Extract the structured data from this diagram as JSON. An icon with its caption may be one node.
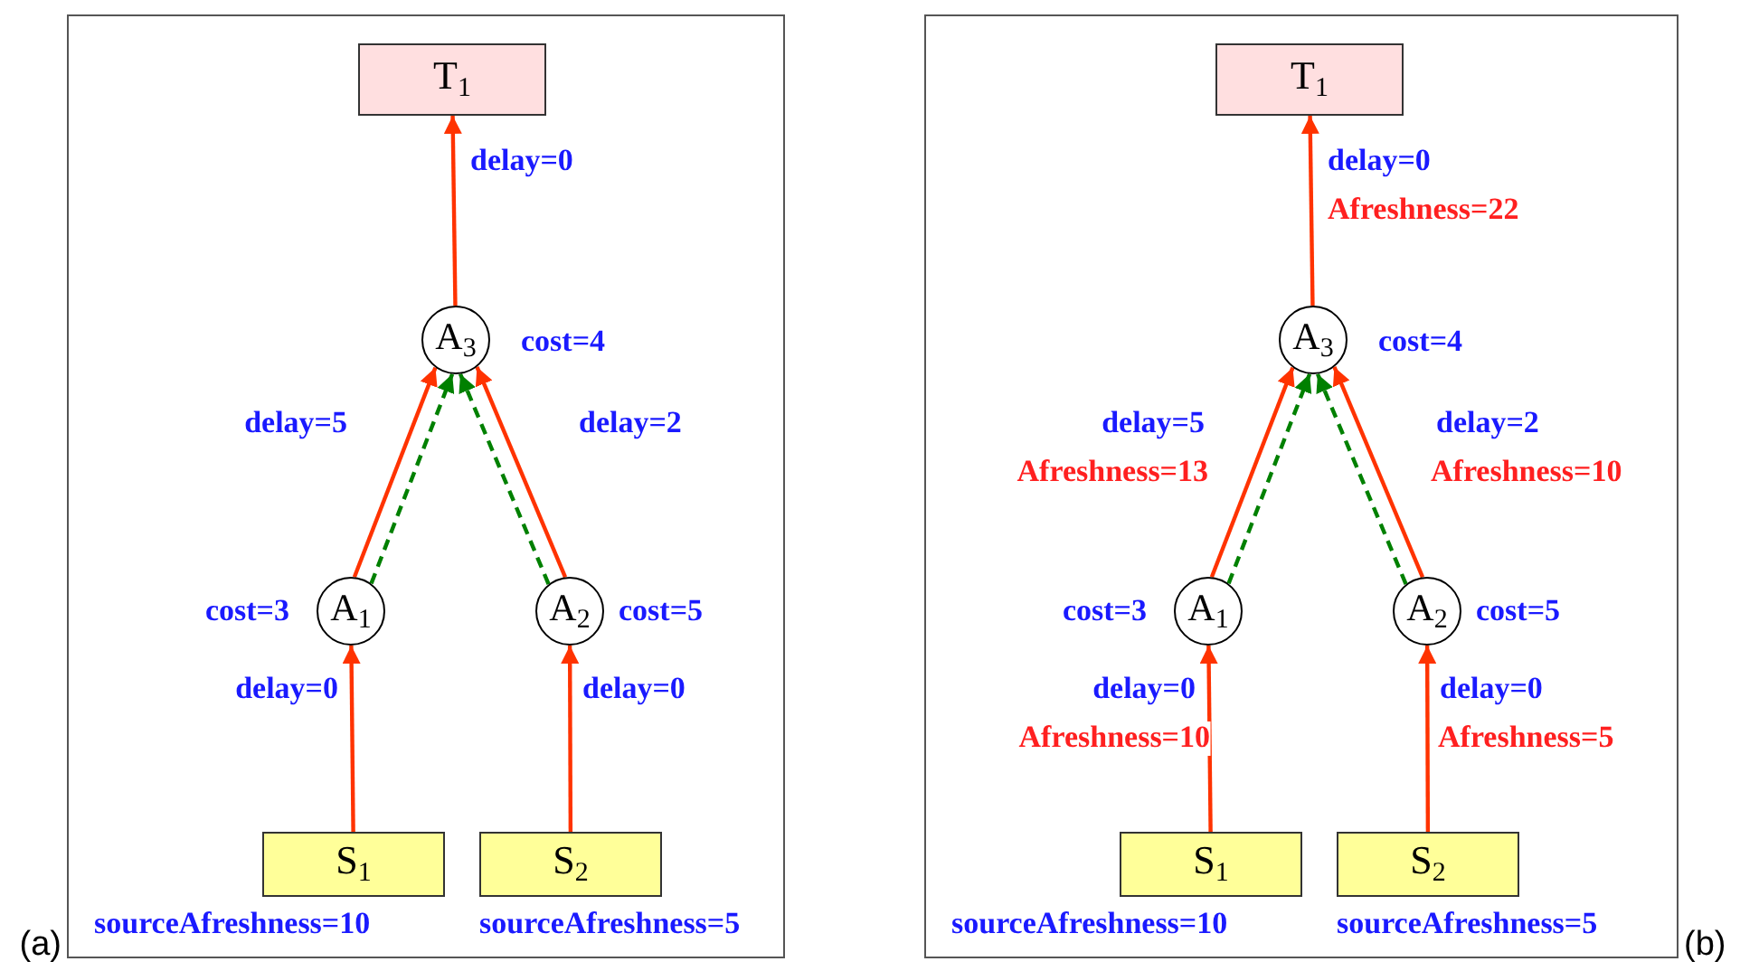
{
  "diagram": {
    "nodes": [
      {
        "text": [
          "(a)"
        ]
      },
      {
        "text": [
          "T$_{1}$"
        ],
        "in": 0
      },
      {
        "text": [
          "A$_{3}$"
        ],
        "in": 0,
        "beside": [
          "cost=4"
        ]
      },
      {
        "text": [
          "A$_{1}$"
        ],
        "in": 0,
        "beside": [
          "cost=3"
        ]
      },
      {
        "text": [
          "A$_{2}$"
        ],
        "in": 0,
        "beside": [
          "cost=5"
        ]
      },
      {
        "text": [
          "S$_{1}$"
        ],
        "in": 0,
        "beside": [
          "sourceAfreshness=10"
        ]
      },
      {
        "text": [
          "S$_{2}$"
        ],
        "in": 0,
        "beside": [
          "sourceAfreshness=5"
        ]
      },
      {
        "text": [
          "(b)"
        ]
      },
      {
        "text": [
          "T$_{1}$"
        ],
        "in": 7
      },
      {
        "text": [
          "A$_{3}$"
        ],
        "in": 7,
        "beside": [
          "cost=4"
        ]
      },
      {
        "text": [
          "A$_{1}$"
        ],
        "in": 7,
        "beside": [
          "cost=3"
        ]
      },
      {
        "text": [
          "A$_{2}$"
        ],
        "in": 7,
        "beside": [
          "cost=5"
        ]
      },
      {
        "text": [
          "S$_{1}$"
        ],
        "in": 7,
        "beside": [
          "sourceAfreshness=10"
        ]
      },
      {
        "text": [
          "S$_{2}$"
        ],
        "in": 7,
        "beside": [
          "sourceAfreshness=5"
        ]
      }
    ],
    "edges": [
      {
        "from": 2,
        "to": 1,
        "arrow": "to",
        "label": "delay=0"
      },
      {
        "from": 3,
        "to": 2,
        "arrow": "to",
        "label": "delay=5"
      },
      {
        "from": 3,
        "to": 2,
        "arrow": "to",
        "style": "dashed",
        "color": "#008000"
      },
      {
        "from": 4,
        "to": 2,
        "arrow": "to",
        "label": "delay=2"
      },
      {
        "from": 4,
        "to": 2,
        "arrow": "to",
        "style": "dashed",
        "color": "#008000"
      },
      {
        "from": 5,
        "to": 3,
        "arrow": "to",
        "label": "delay=0"
      },
      {
        "from": 6,
        "to": 4,
        "arrow": "to",
        "label": "delay=0"
      },
      {
        "from": 9,
        "to": 8,
        "arrow": "to",
        "label": "delay=0"
      },
      {
        "from": 10,
        "to": 9,
        "arrow": "to",
        "label": "delay=5"
      },
      {
        "from": 10,
        "to": 9,
        "arrow": "to",
        "style": "dashed",
        "color": "#008000"
      },
      {
        "from": 11,
        "to": 9,
        "arrow": "to",
        "label": "delay=2"
      },
      {
        "from": 11,
        "to": 9,
        "arrow": "to",
        "style": "dashed",
        "color": "#008000"
      },
      {
        "from": 12,
        "to": 10,
        "arrow": "to",
        "label": "delay=0"
      },
      {
        "from": 13,
        "to": 11,
        "arrow": "to",
        "label": "delay=0"
      }
    ],
    "labels": [
      "Afreshness=22",
      "Afreshness=13",
      "Afreshness=10",
      "Afreshness=10",
      "Afreshness=5"
    ]
  }
}
